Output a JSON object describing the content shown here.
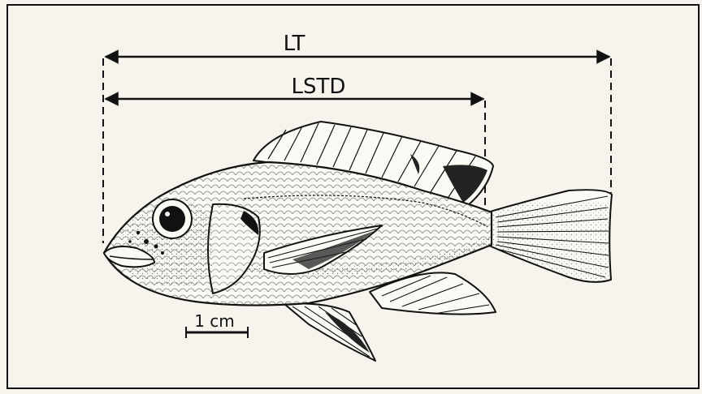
{
  "labels": {
    "total_length": "LT",
    "standard_length": "LSTD",
    "scale_bar": "1 cm"
  }
}
